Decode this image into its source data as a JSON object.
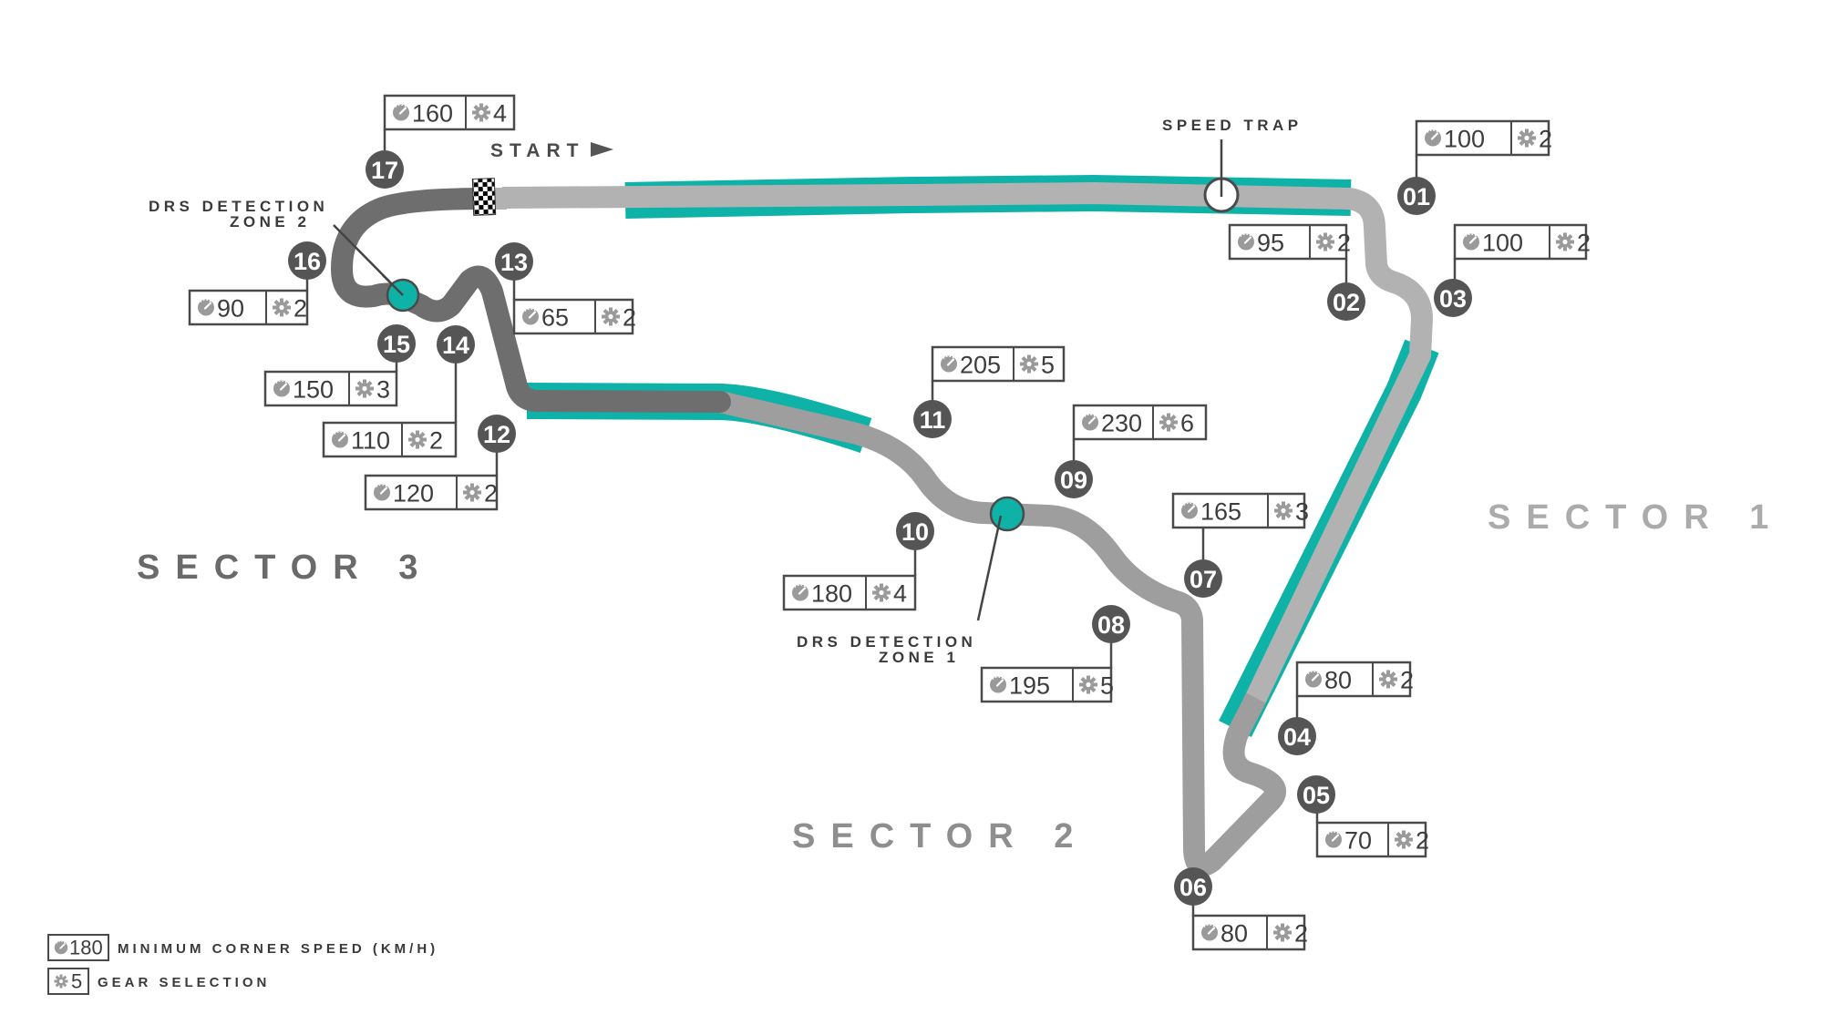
{
  "colors": {
    "sector1_track": "#b2b2b2",
    "sector2_track": "#9e9e9e",
    "sector3_track": "#6e6e6e",
    "drs_zone": "#0fb2a6",
    "corner_badge": "#555555",
    "box_border": "#4a4a4a",
    "icon_gray": "#9a9a9a",
    "sector1_label": "#ababab",
    "sector2_label": "#8e8e8e",
    "sector3_label": "#6a6a6a"
  },
  "labels": {
    "start": "START",
    "speed_trap": "SPEED TRAP",
    "drs_zone_1": [
      "DRS DETECTION",
      "ZONE 1"
    ],
    "drs_zone_2": [
      "DRS DETECTION",
      "ZONE 2"
    ]
  },
  "sectors": [
    {
      "id": "sector-1",
      "label": "SECTOR 1"
    },
    {
      "id": "sector-2",
      "label": "SECTOR 2"
    },
    {
      "id": "sector-3",
      "label": "SECTOR 3"
    }
  ],
  "corners": [
    {
      "number": "01",
      "min_speed_kmh": "100",
      "gear": "2"
    },
    {
      "number": "02",
      "min_speed_kmh": "95",
      "gear": "2"
    },
    {
      "number": "03",
      "min_speed_kmh": "100",
      "gear": "2"
    },
    {
      "number": "04",
      "min_speed_kmh": "80",
      "gear": "2"
    },
    {
      "number": "05",
      "min_speed_kmh": "70",
      "gear": "2"
    },
    {
      "number": "06",
      "min_speed_kmh": "80",
      "gear": "2"
    },
    {
      "number": "07",
      "min_speed_kmh": "165",
      "gear": "3"
    },
    {
      "number": "08",
      "min_speed_kmh": "195",
      "gear": "5"
    },
    {
      "number": "09",
      "min_speed_kmh": "230",
      "gear": "6"
    },
    {
      "number": "10",
      "min_speed_kmh": "180",
      "gear": "4"
    },
    {
      "number": "11",
      "min_speed_kmh": "205",
      "gear": "5"
    },
    {
      "number": "12",
      "min_speed_kmh": "120",
      "gear": "2"
    },
    {
      "number": "13",
      "min_speed_kmh": "65",
      "gear": "2"
    },
    {
      "number": "14",
      "min_speed_kmh": "110",
      "gear": "2"
    },
    {
      "number": "15",
      "min_speed_kmh": "150",
      "gear": "3"
    },
    {
      "number": "16",
      "min_speed_kmh": "90",
      "gear": "2"
    },
    {
      "number": "17",
      "min_speed_kmh": "160",
      "gear": "4"
    }
  ],
  "legend": {
    "speed_example": "180",
    "speed_label": "MINIMUM CORNER SPEED (KM/H)",
    "gear_example": "5",
    "gear_label": "GEAR SELECTION"
  },
  "icons": {
    "speed": "speedometer-icon",
    "gear": "gear-icon",
    "start": "checkered-flag-icon",
    "direction": "arrow-right-icon"
  }
}
